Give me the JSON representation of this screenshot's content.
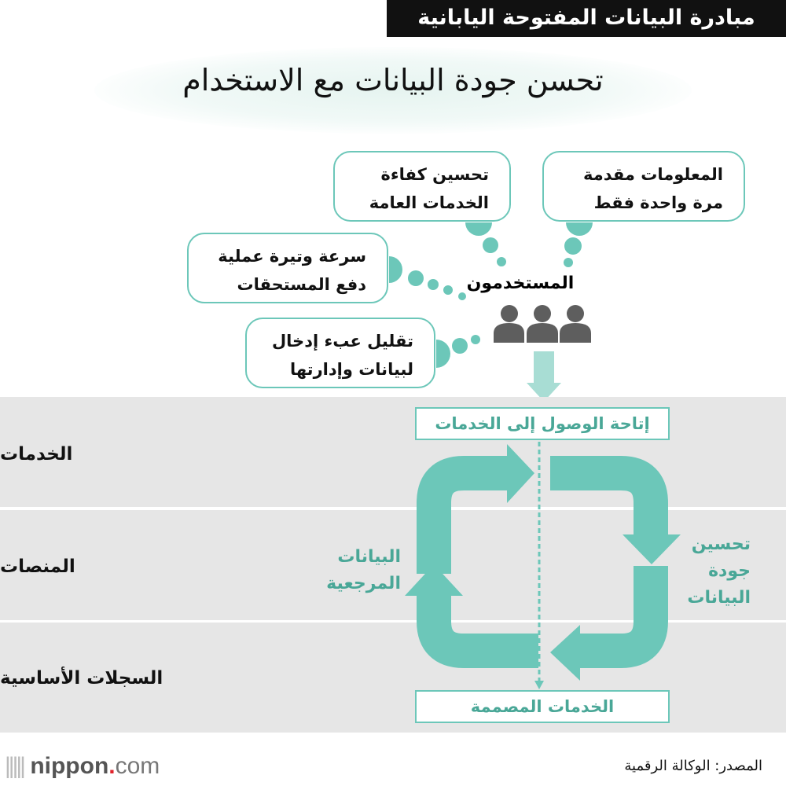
{
  "header": {
    "title": "مبادرة البيانات المفتوحة اليابانية"
  },
  "main_title": "تحسن جودة البيانات مع الاستخدام",
  "bubbles": [
    {
      "line1": "المعلومات مقدمة",
      "line2": "مرة واحدة فقط"
    },
    {
      "line1": "تحسين كفاءة",
      "line2": "الخدمات العامة"
    },
    {
      "line1": "سرعة وتيرة عملية",
      "line2": "دفع المستحقات"
    },
    {
      "line1": "تقليل عبء إدخال",
      "line2": "لبيانات وإدارتها"
    }
  ],
  "users_label": "المستخدمون",
  "layers": [
    "الخدمات",
    "المنصات",
    "السجلات الأساسية"
  ],
  "cycle": {
    "top_box": "إتاحة الوصول إلى الخدمات",
    "bottom_box": "الخدمات المصممة",
    "right_label": [
      "تحسين",
      "جودة",
      "البيانات"
    ],
    "left_label": [
      "البيانات",
      "المرجعية"
    ]
  },
  "colors": {
    "teal": "#6cc7b9",
    "teal_text": "#49a797",
    "band": "#e6e6e6"
  },
  "footer": {
    "source": "المصدر: الوكالة الرقمية",
    "logo_main": "nippon",
    "logo_dot": ".",
    "logo_tld": "com"
  }
}
